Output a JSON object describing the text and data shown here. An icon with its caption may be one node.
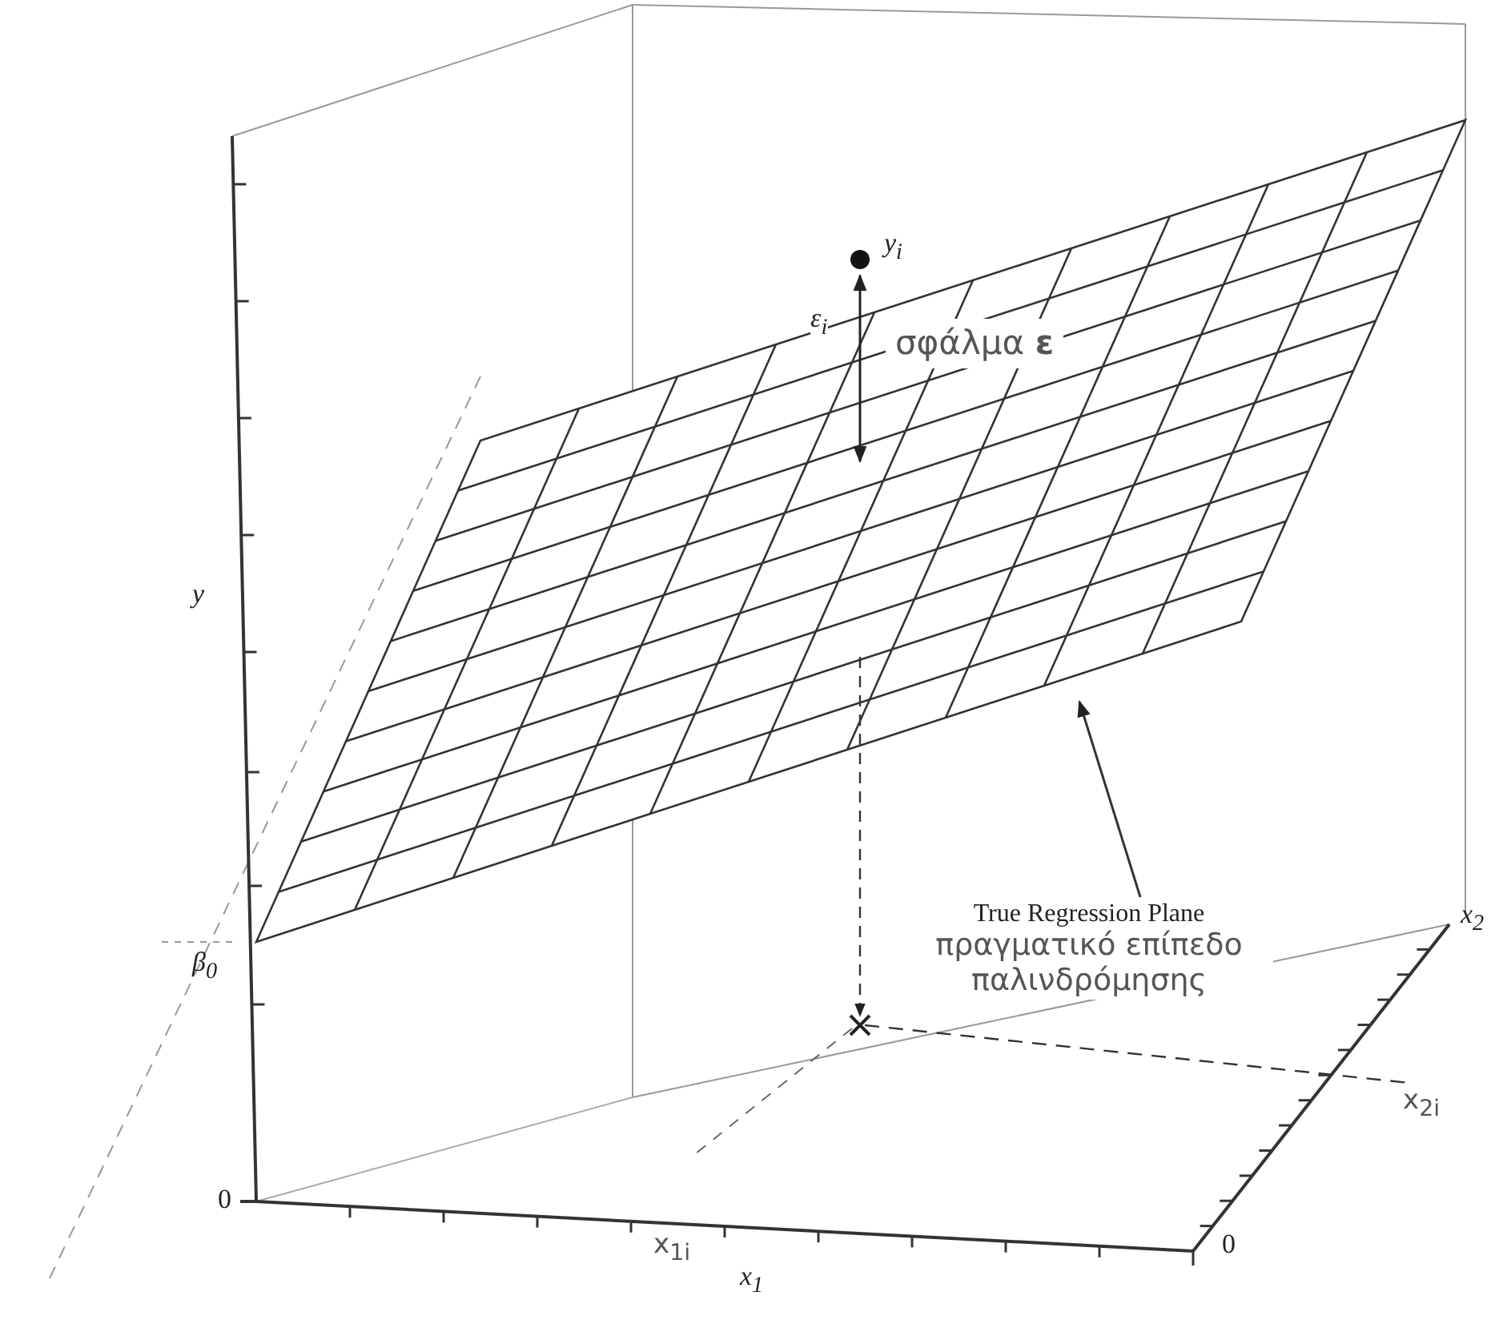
{
  "diagram": {
    "nodes": [
      {
        "text": [
          "True Regression Plane",
          "πραγματικό επίπεδο παλινδρόμησης"
        ]
      },
      {
        "text": [],
        "shape": "picture"
      }
    ],
    "edges": [
      {
        "from": 0,
        "to": 1,
        "arrow": "to"
      }
    ],
    "labels": [
      "y$_{i}$",
      "ε$_{i}$",
      "σφάλμα **ε**",
      "y",
      "β$_{0}$",
      "x$_{2}$",
      "x$_{2i}$",
      "0",
      "0",
      "x$_{1i}$",
      "x$_{1}$"
    ]
  }
}
